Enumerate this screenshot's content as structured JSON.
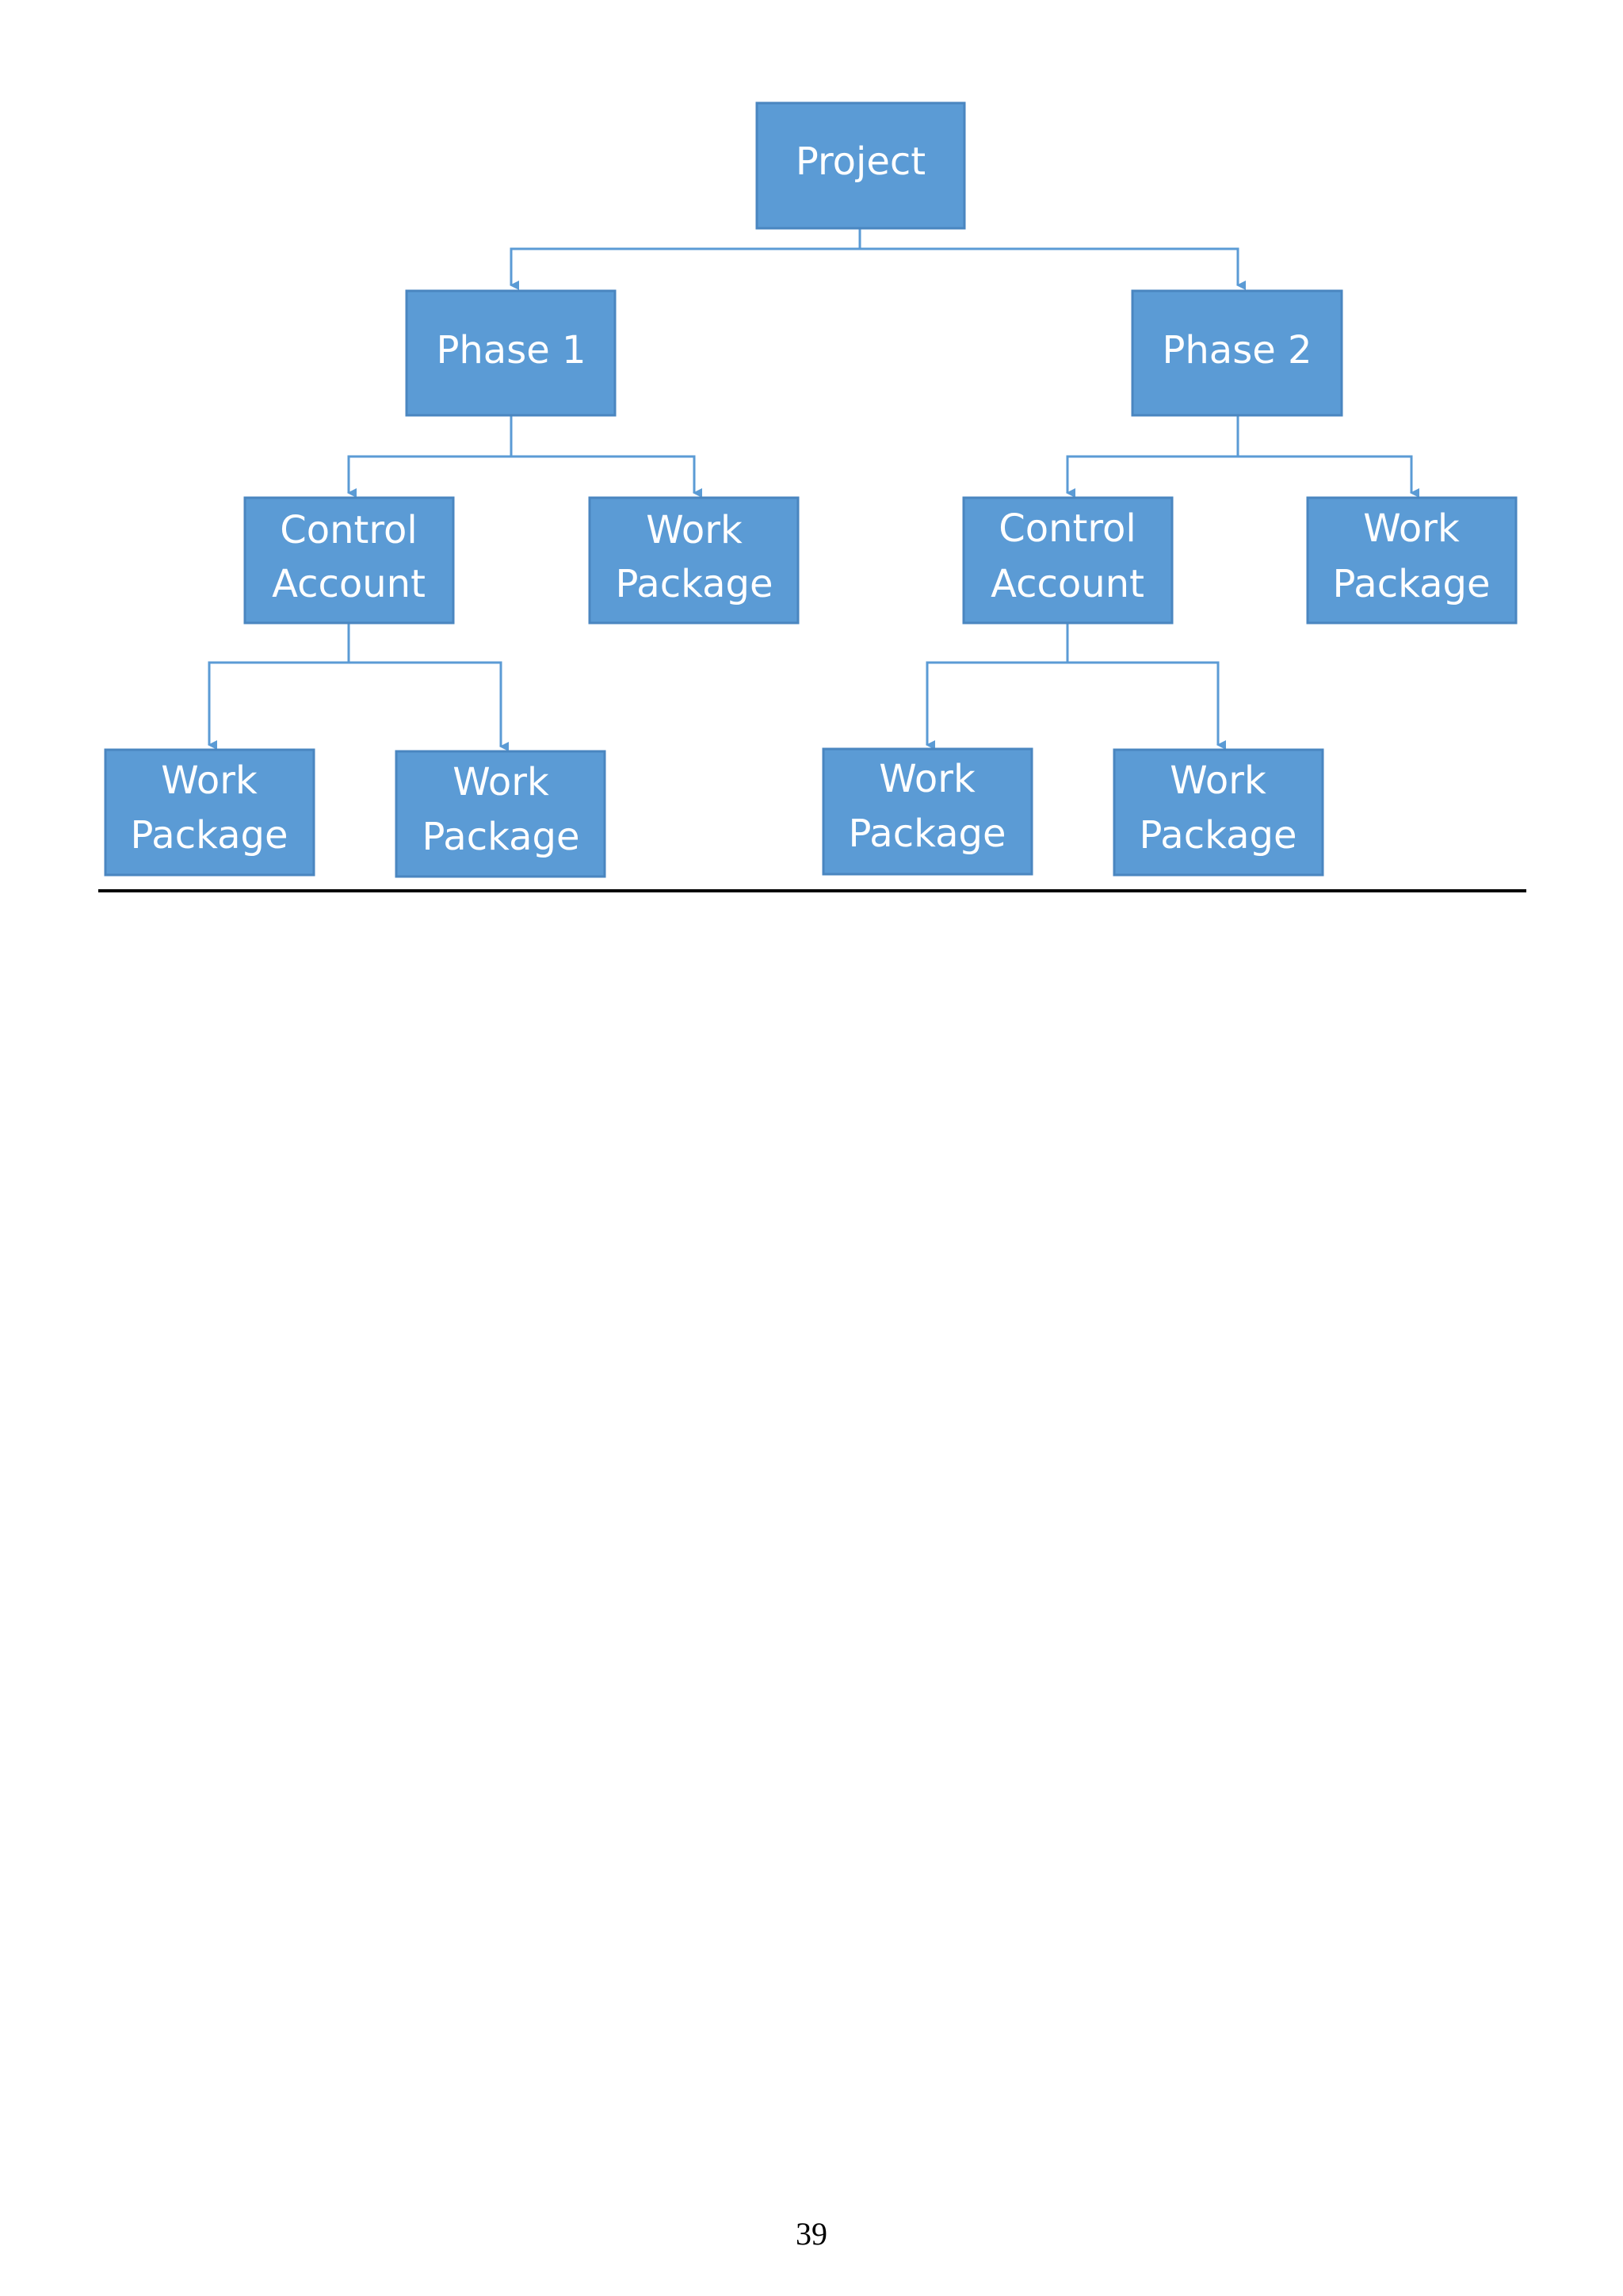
{
  "diagram": {
    "nodes": {
      "project": {
        "lines": [
          "Project"
        ]
      },
      "phase1": {
        "lines": [
          "Phase 1"
        ]
      },
      "phase2": {
        "lines": [
          "Phase 2"
        ]
      },
      "ca1": {
        "lines": [
          "Control",
          "Account"
        ]
      },
      "wp1": {
        "lines": [
          "Work",
          "Package"
        ]
      },
      "ca2": {
        "lines": [
          "Control",
          "Account"
        ]
      },
      "wp2": {
        "lines": [
          "Work",
          "Package"
        ]
      },
      "wp3": {
        "lines": [
          "Work",
          "Package"
        ]
      },
      "wp4": {
        "lines": [
          "Work",
          "Package"
        ]
      },
      "wp5": {
        "lines": [
          "Work",
          "Package"
        ]
      },
      "wp6": {
        "lines": [
          "Work",
          "Package"
        ]
      }
    },
    "colors": {
      "box_fill": "#5b9bd5",
      "box_border": "#4a86c0",
      "connector": "#5b9bd5",
      "text": "#ffffff"
    }
  },
  "page": {
    "number": "39"
  }
}
